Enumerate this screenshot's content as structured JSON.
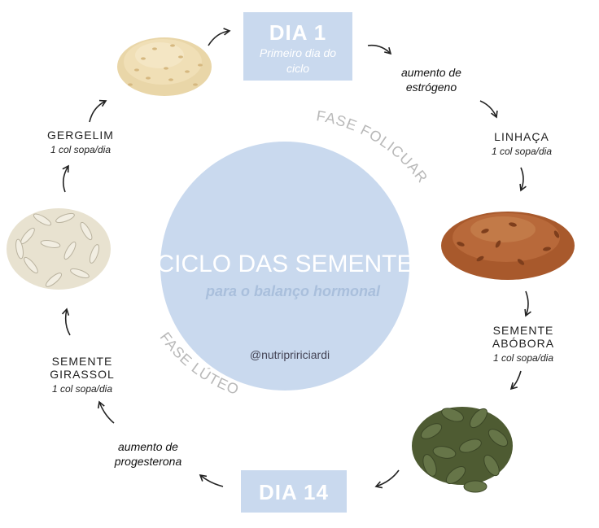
{
  "day1": {
    "title": "DIA 1",
    "subtitle_line1": "Primeiro dia do",
    "subtitle_line2": "ciclo"
  },
  "day14": {
    "title": "DIA 14"
  },
  "center": {
    "title": "CICLO DAS SEMENTES",
    "subtitle": "para o balanço hormonal",
    "handle": "@nutripririciardi"
  },
  "phases": {
    "follicular": "FASE FOLICUAR",
    "luteal": "FASE LÚTEO"
  },
  "hormones": {
    "estrogen_line1": "aumento de",
    "estrogen_line2": "estrógeno",
    "progesterone_line1": "aumento de",
    "progesterone_line2": "progesterona"
  },
  "seeds": {
    "linhaca": {
      "name": "LINHAÇA",
      "dose": "1 col sopa/dia"
    },
    "abobora": {
      "name_line1": "SEMENTE",
      "name_line2": "ABÓBORA",
      "dose": "1 col sopa/dia"
    },
    "girassol": {
      "name_line1": "SEMENTE",
      "name_line2": "GIRASSOL",
      "dose": "1 col sopa/dia"
    },
    "gergelim": {
      "name": "GERGELIM",
      "dose": "1 col sopa/dia"
    }
  },
  "colors": {
    "box": "#c9d9ee",
    "circle": "#c9d9ee",
    "phase_text": "#b8b8b8",
    "sesame": "#e6cf9f",
    "flax": "#a8592c",
    "pumpkin": "#5c6a3c",
    "sunflower": "#e9e3d3"
  }
}
